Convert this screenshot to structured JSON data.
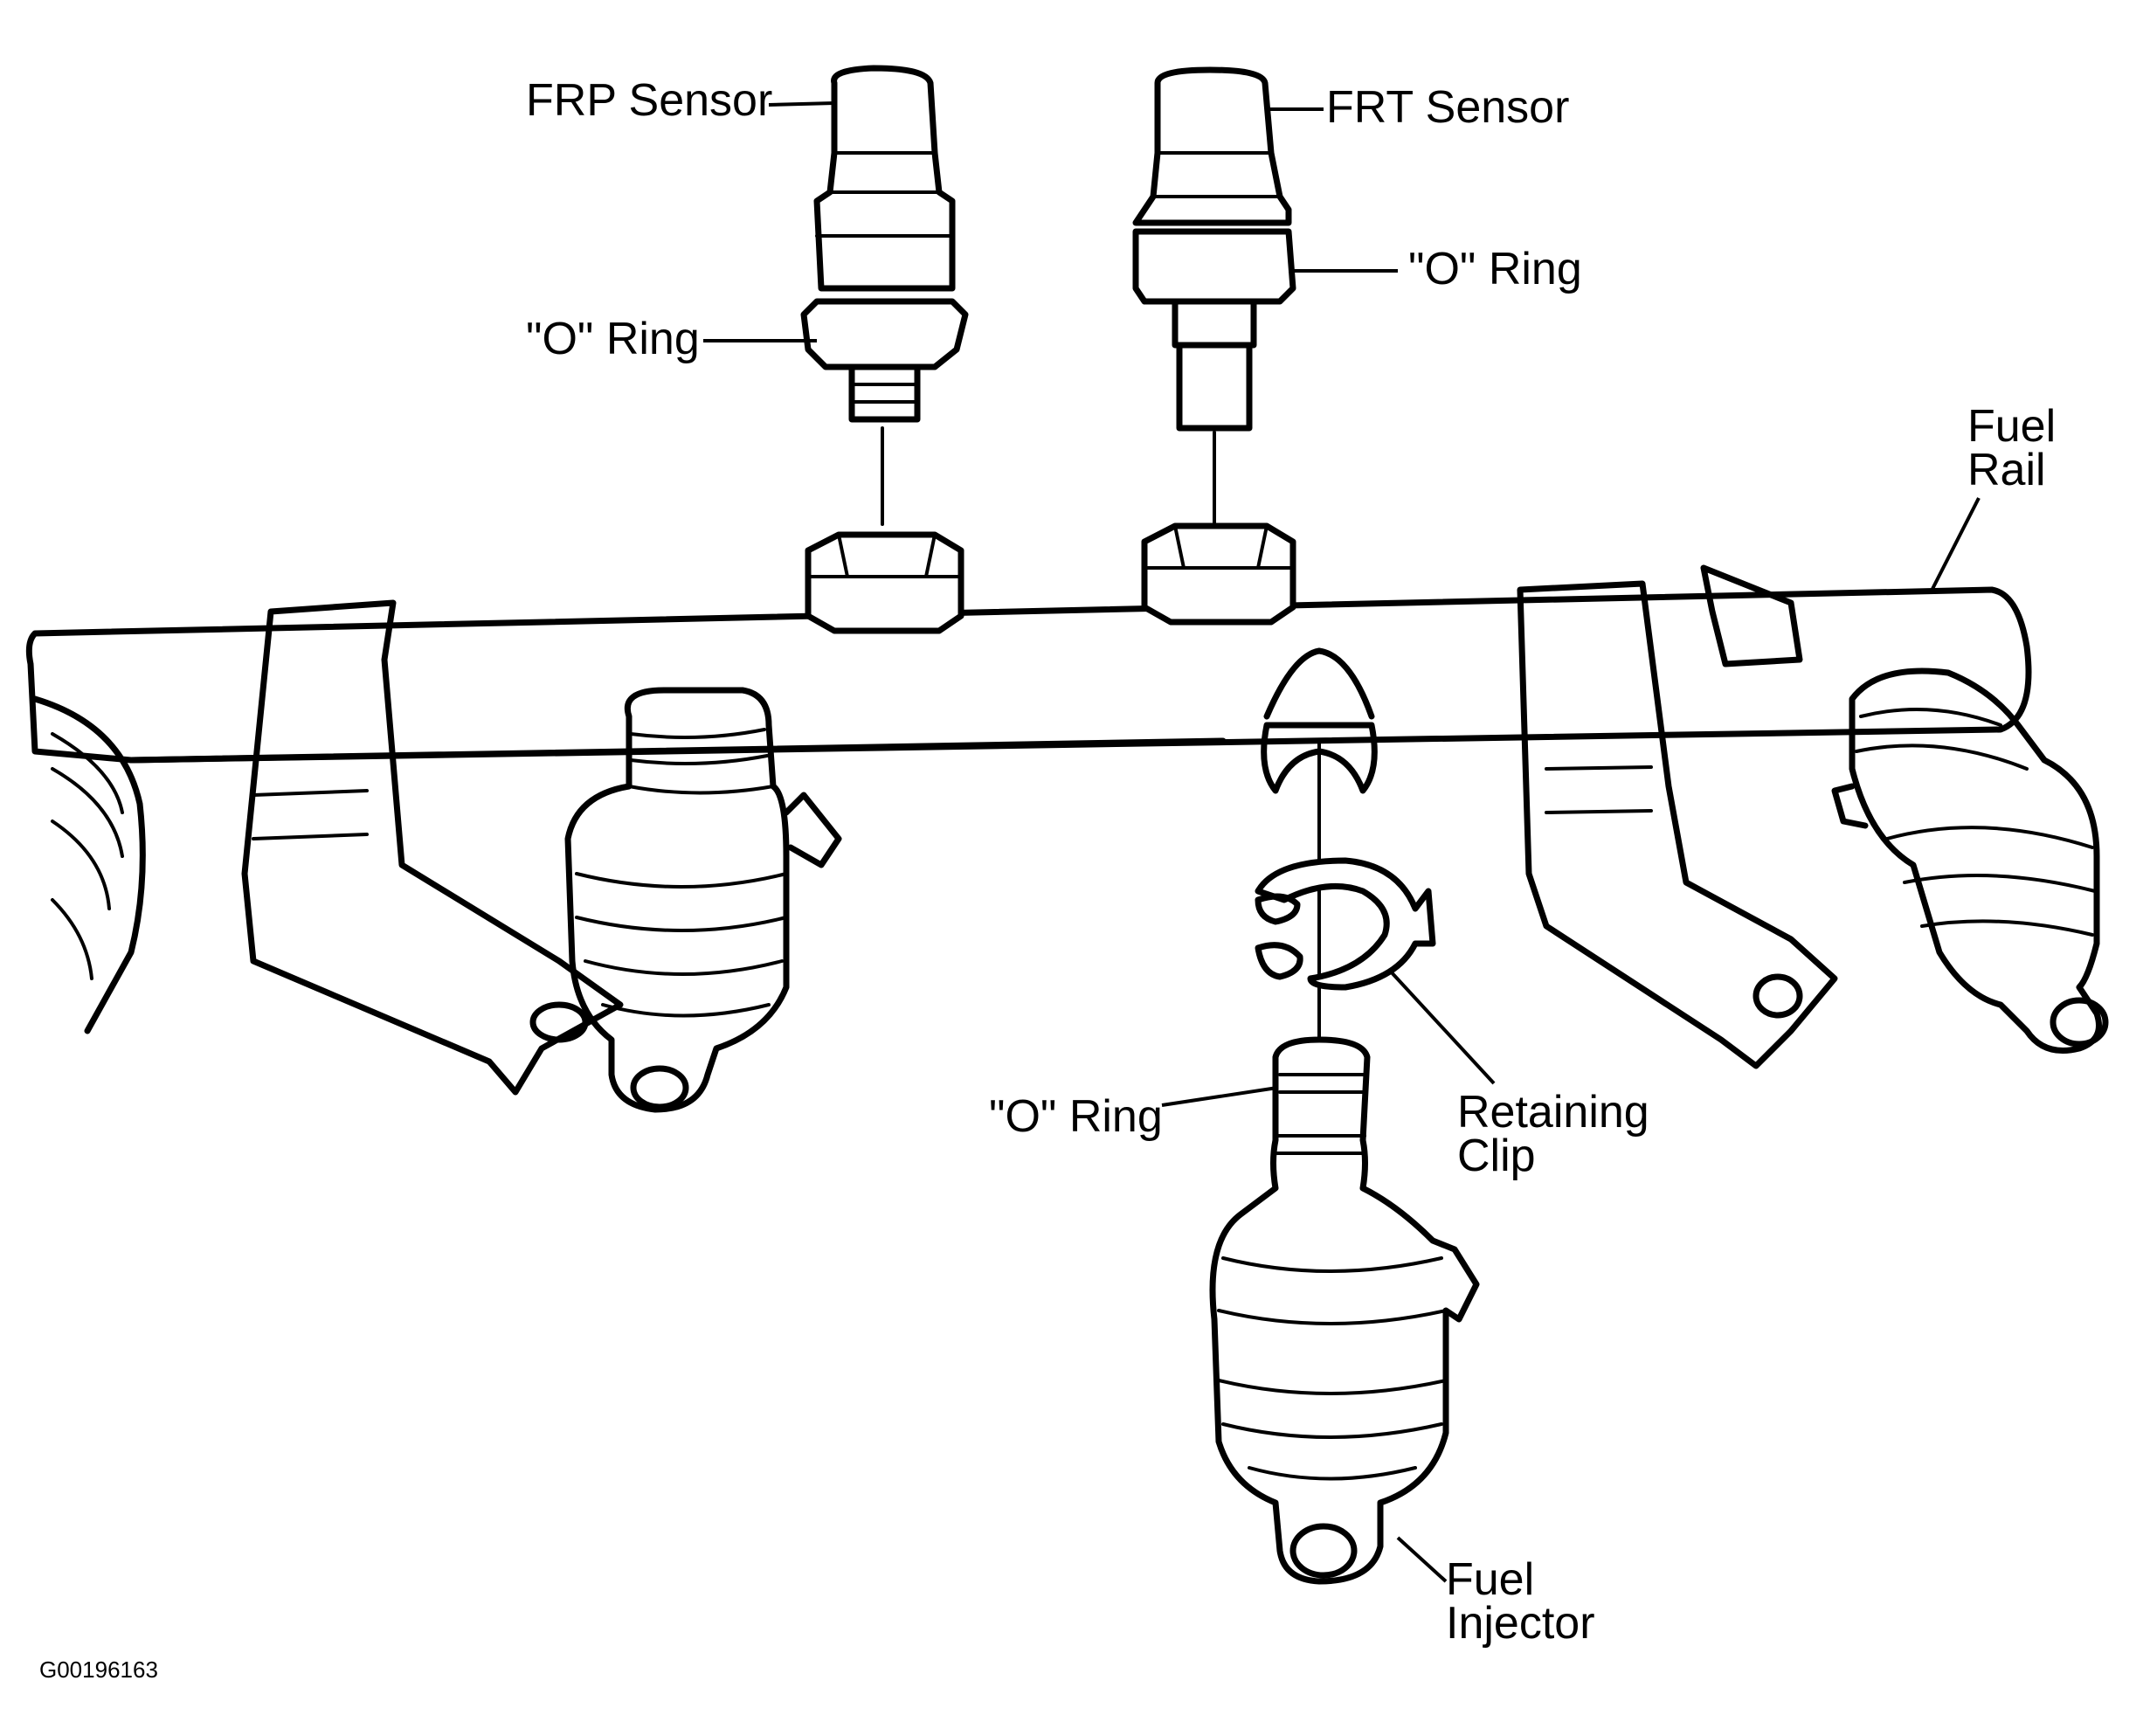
{
  "labels": {
    "frp_sensor": "FRP Sensor",
    "frt_sensor": "FRT Sensor",
    "o_ring_frp": "\"O\" Ring",
    "o_ring_frt": "\"O\" Ring",
    "o_ring_injector": "\"O\" Ring",
    "fuel_rail_line1": "Fuel",
    "fuel_rail_line2": "Rail",
    "retaining_clip_line1": "Retaining",
    "retaining_clip_line2": "Clip",
    "fuel_injector_line1": "Fuel",
    "fuel_injector_line2": "Injector"
  },
  "figure_id": "G00196163"
}
